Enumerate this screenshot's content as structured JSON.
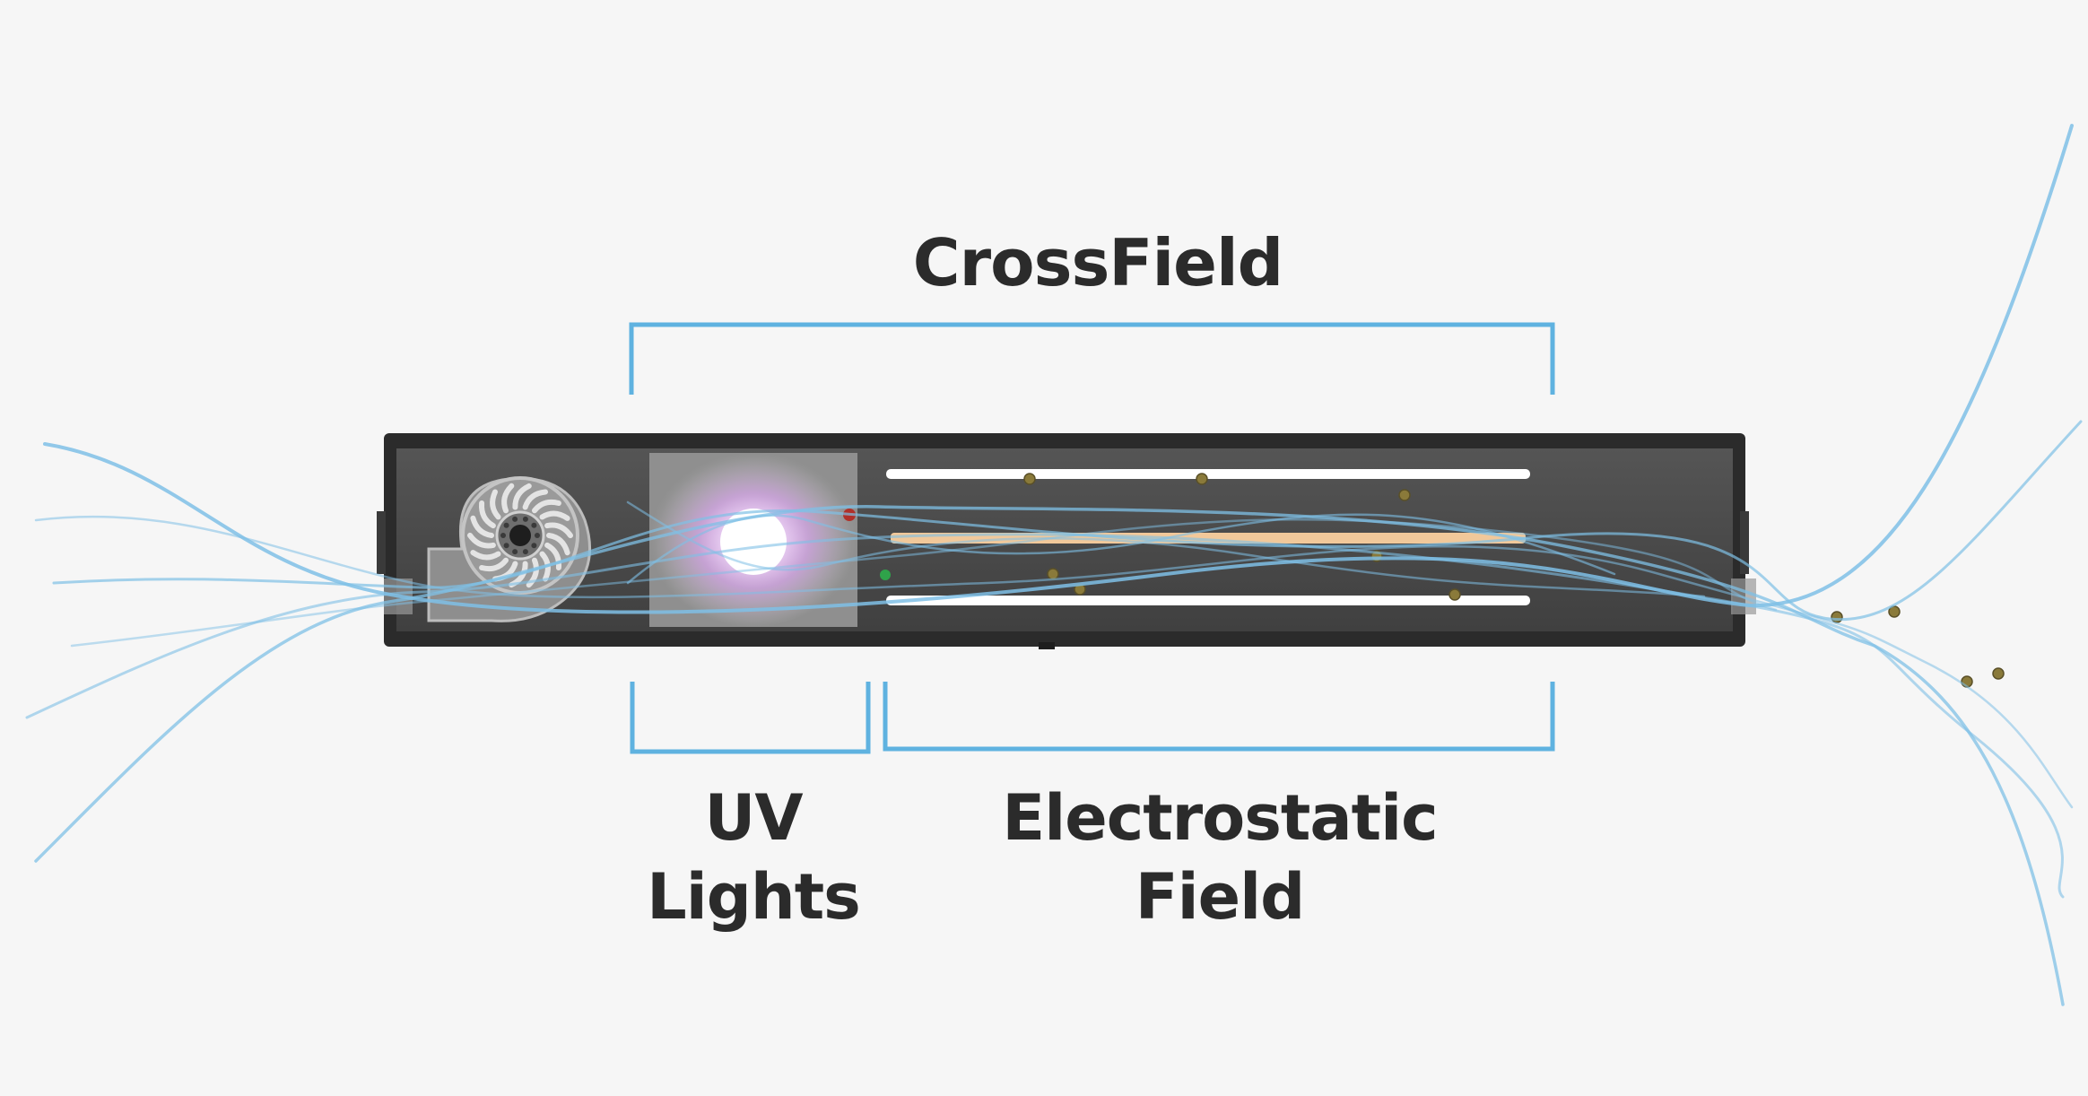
{
  "labels": {
    "crossfield": "CrossField",
    "uv_line1": "UV",
    "uv_line2": "Lights",
    "esf_line1": "Electrostatic",
    "esf_line2": "Field"
  },
  "colors": {
    "background": "#f6f6f6",
    "bracket": "#5fb2e0",
    "airflow": "#7fc0e6",
    "housing": "#2b2b2b",
    "chamber": "#4a4a4a",
    "uv_panel": "#8c8c8c",
    "uv_glow": "#e6b8f2",
    "plate_white": "#ffffff",
    "plate_charged": "#f1c89a",
    "particle": "#8a7a3a",
    "text": "#2b2b2b"
  },
  "icons": {
    "fan": "blower-fan-icon",
    "uv_lamp": "uv-lamp-icon"
  }
}
